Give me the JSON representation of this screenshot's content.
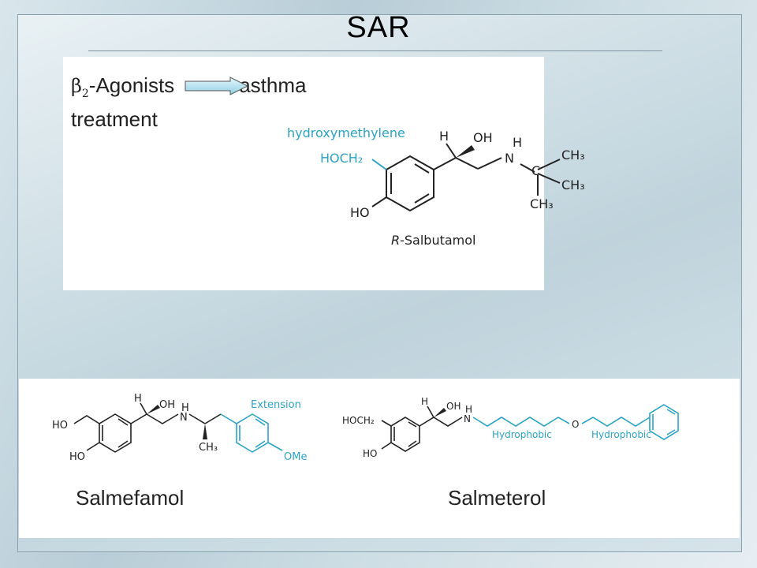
{
  "title": "SAR",
  "intro": {
    "beta_symbol": "β",
    "beta_subscript": "2",
    "line1_text": "-Agonists",
    "target": "asthma",
    "line2": "treatment"
  },
  "salbutamol": {
    "name_prefix": "R",
    "name_rest": "-Salbutamol",
    "group_label": "hydroxymethylene",
    "hoch2": "HOCH₂",
    "ho": "HO",
    "h": "H",
    "oh": "OH",
    "nh_n": "N",
    "nh_h": "H",
    "c": "C",
    "ch3_a": "CH₃",
    "ch3_b": "CH₃",
    "ch3_c": "CH₃"
  },
  "salmefamol": {
    "caption": "Salmefamol",
    "ho_top": "HO",
    "ho_bottom": "HO",
    "h": "H",
    "oh": "OH",
    "n": "N",
    "nh": "H",
    "ch3": "CH₃",
    "extension": "Extension",
    "ome": "OMe"
  },
  "salmeterol": {
    "caption": "Salmeterol",
    "hoch2": "HOCH₂",
    "ho": "HO",
    "h": "H",
    "oh": "OH",
    "n": "N",
    "nh": "H",
    "o": "O",
    "hydrophobic_1": "Hydrophobic",
    "hydrophobic_2": "Hydrophobic"
  },
  "colors": {
    "accent": "#2aa3c4",
    "text": "#222222"
  }
}
